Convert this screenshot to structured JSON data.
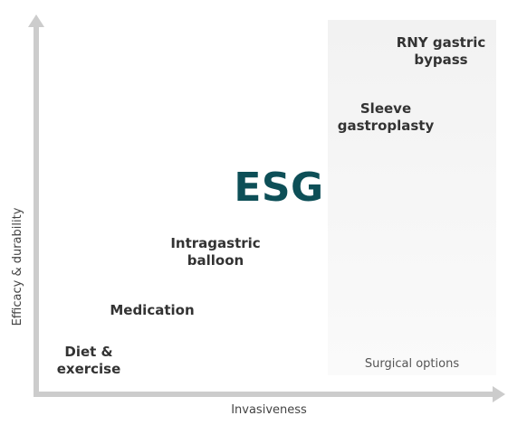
{
  "axes": {
    "x_label": "Invasiveness",
    "y_label": "Efficacy & durability"
  },
  "region": {
    "label": "Surgical options",
    "fill": "#f4f4f4"
  },
  "highlight": {
    "label": "ESG",
    "color": "#0d4f57"
  },
  "items": [
    {
      "line1": "Diet &",
      "line2": "exercise"
    },
    {
      "line1": "Medication",
      "line2": ""
    },
    {
      "line1": "Intragastric",
      "line2": "balloon"
    },
    {
      "line1": "Sleeve",
      "line2": "gastroplasty"
    },
    {
      "line1": "RNY gastric",
      "line2": "bypass"
    }
  ],
  "colors": {
    "axis": "#cccccc",
    "text": "#333333"
  }
}
